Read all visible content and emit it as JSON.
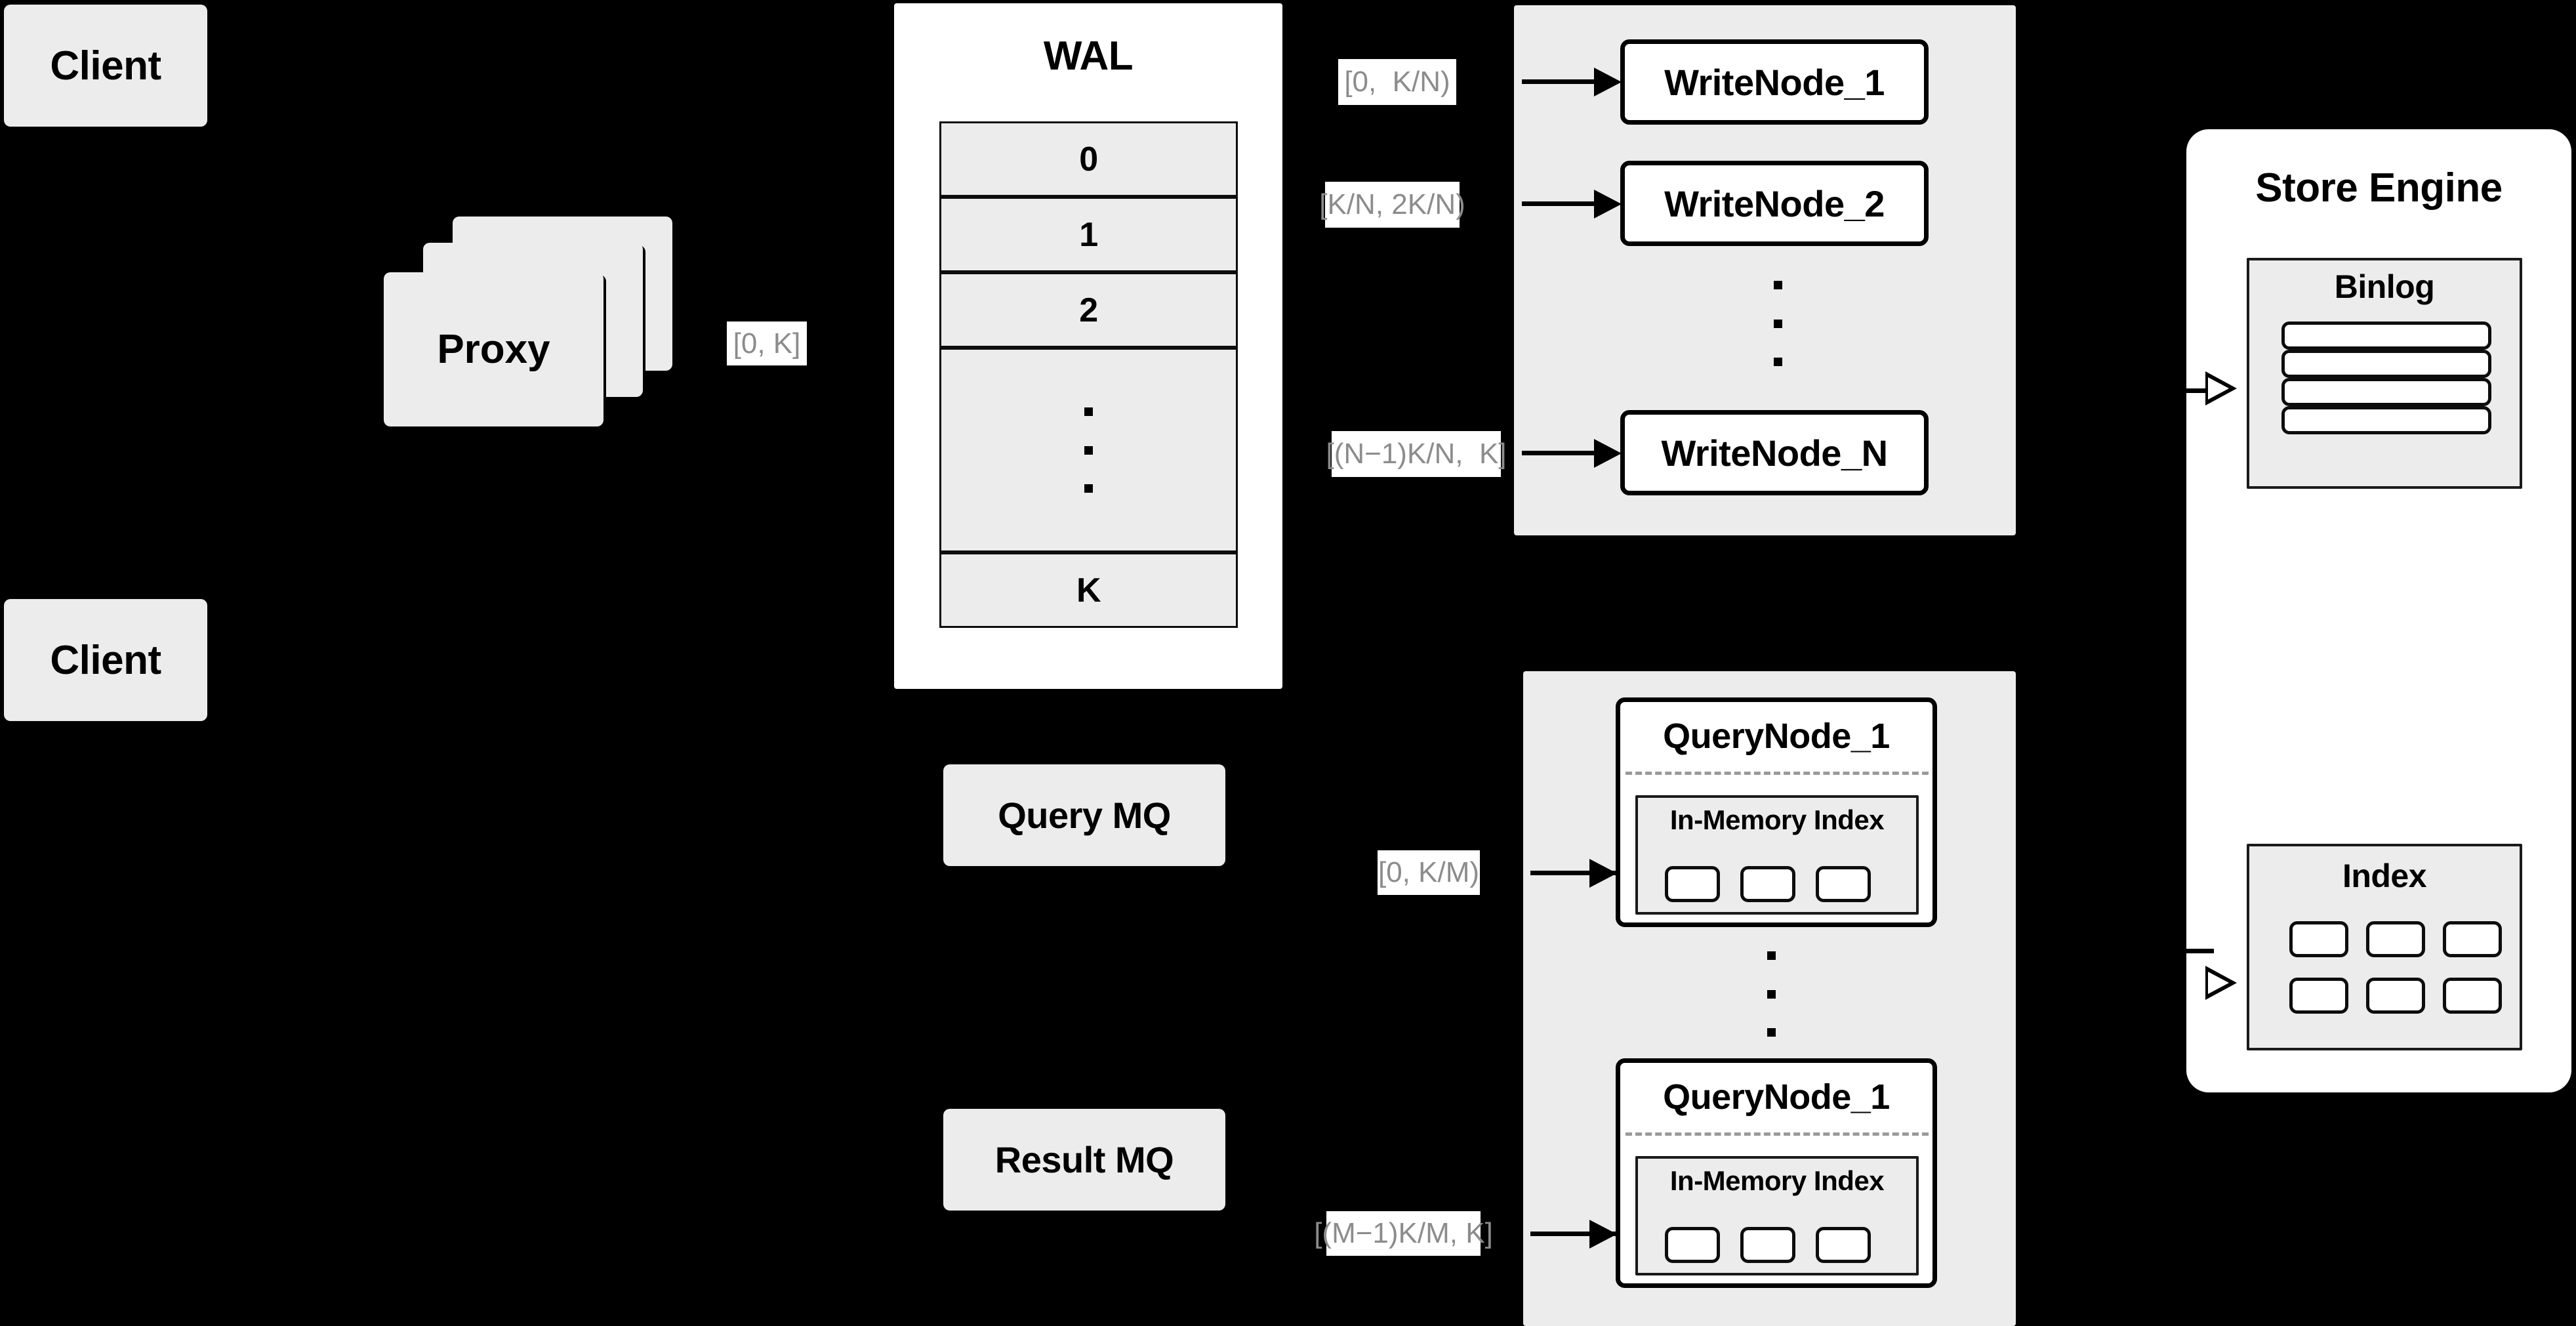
{
  "diagram": {
    "title": "Distributed Write/Query Architecture",
    "background_color": "#000000",
    "box_fill": "#ececec",
    "panel_fill": "#ffffff",
    "label_text_color": "#8c8c8c",
    "stroke_color": "#000000"
  },
  "clients": [
    {
      "label": "Client"
    },
    {
      "label": "Client"
    }
  ],
  "proxy": {
    "label": "Proxy",
    "stack_count": 3,
    "output_label": "[0, K]"
  },
  "wal": {
    "title": "WAL",
    "cells": [
      "0",
      "1",
      "2",
      "·\n·\n·",
      "K"
    ],
    "cell_labels": {
      "first": "0",
      "second": "1",
      "third": "2",
      "ellipsis": "dots",
      "last": "K"
    }
  },
  "write_group": {
    "nodes": [
      {
        "label": "WriteNode_1",
        "range_label": "[0,  K/N)"
      },
      {
        "label": "WriteNode_2",
        "range_label": "[K/N, 2K/N)"
      },
      {
        "label": "WriteNode_N",
        "range_label": "[(N−1)K/N,  K]"
      }
    ],
    "ellipsis": "vertical-dots"
  },
  "query_group": {
    "nodes": [
      {
        "label": "QueryNode_1",
        "range_label": "[0, K/M)",
        "index_title": "In-Memory Index",
        "segment_count": 3
      },
      {
        "label": "QueryNode_1",
        "range_label": "[(M−1)K/M, K]",
        "index_title": "In-Memory Index",
        "segment_count": 3
      }
    ],
    "ellipsis": "vertical-dots"
  },
  "queues": [
    {
      "label": "Query MQ"
    },
    {
      "label": "Result MQ"
    }
  ],
  "store_engine": {
    "title": "Store Engine",
    "binlog": {
      "title": "Binlog",
      "row_count": 4
    },
    "index": {
      "title": "Index",
      "cell_count": 6,
      "rows": 2,
      "cols": 3
    }
  },
  "arrows": {
    "to_write_node_1": "solid-arrow",
    "to_write_node_2": "solid-arrow",
    "to_write_node_n": "solid-arrow",
    "to_query_node_1": "solid-arrow",
    "to_query_node_m": "solid-arrow",
    "to_binlog": "open-arrow",
    "to_index": "open-arrow"
  }
}
